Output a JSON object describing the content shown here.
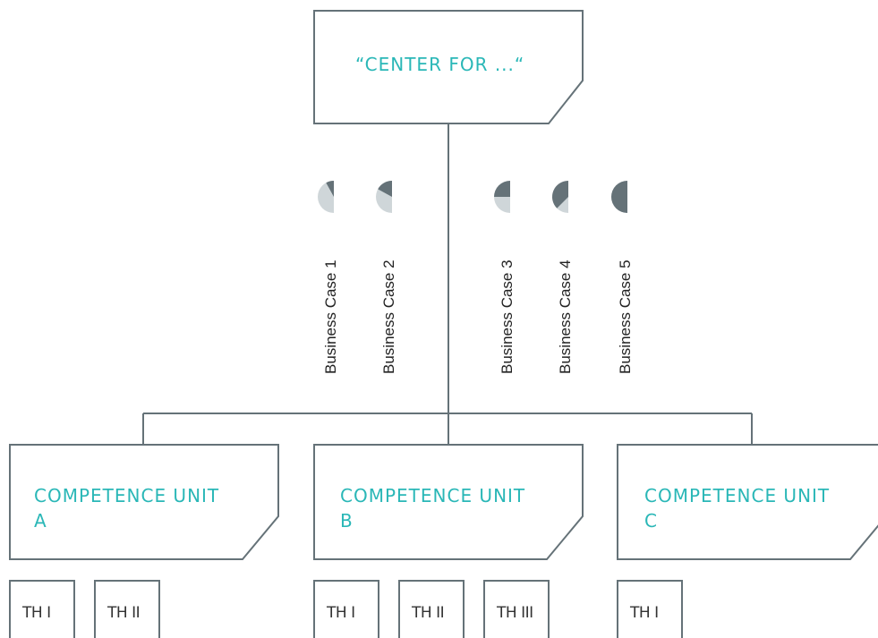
{
  "center": {
    "title": "“CENTER FOR ...“"
  },
  "business_cases": [
    {
      "label": "Business Case 1",
      "progress": 0.08
    },
    {
      "label": "Business Case 2",
      "progress": 0.17
    },
    {
      "label": "Business Case 3",
      "progress": 0.25
    },
    {
      "label": "Business Case 4",
      "progress": 0.375
    },
    {
      "label": "Business Case 5",
      "progress": 0.5
    }
  ],
  "units": [
    {
      "line1": "COMPETENCE UNIT",
      "line2": "A",
      "sub": [
        "TH I",
        "TH II"
      ]
    },
    {
      "line1": "COMPETENCE UNIT",
      "line2": "B",
      "sub": [
        "TH I",
        "TH II",
        "TH III"
      ]
    },
    {
      "line1": "COMPETENCE UNIT",
      "line2": "C",
      "sub": [
        "TH I"
      ]
    }
  ],
  "colors": {
    "line": "#657278",
    "accent": "#2ab7b7",
    "pie_bg": "#cfd6d9",
    "pie_fg": "#657278"
  }
}
